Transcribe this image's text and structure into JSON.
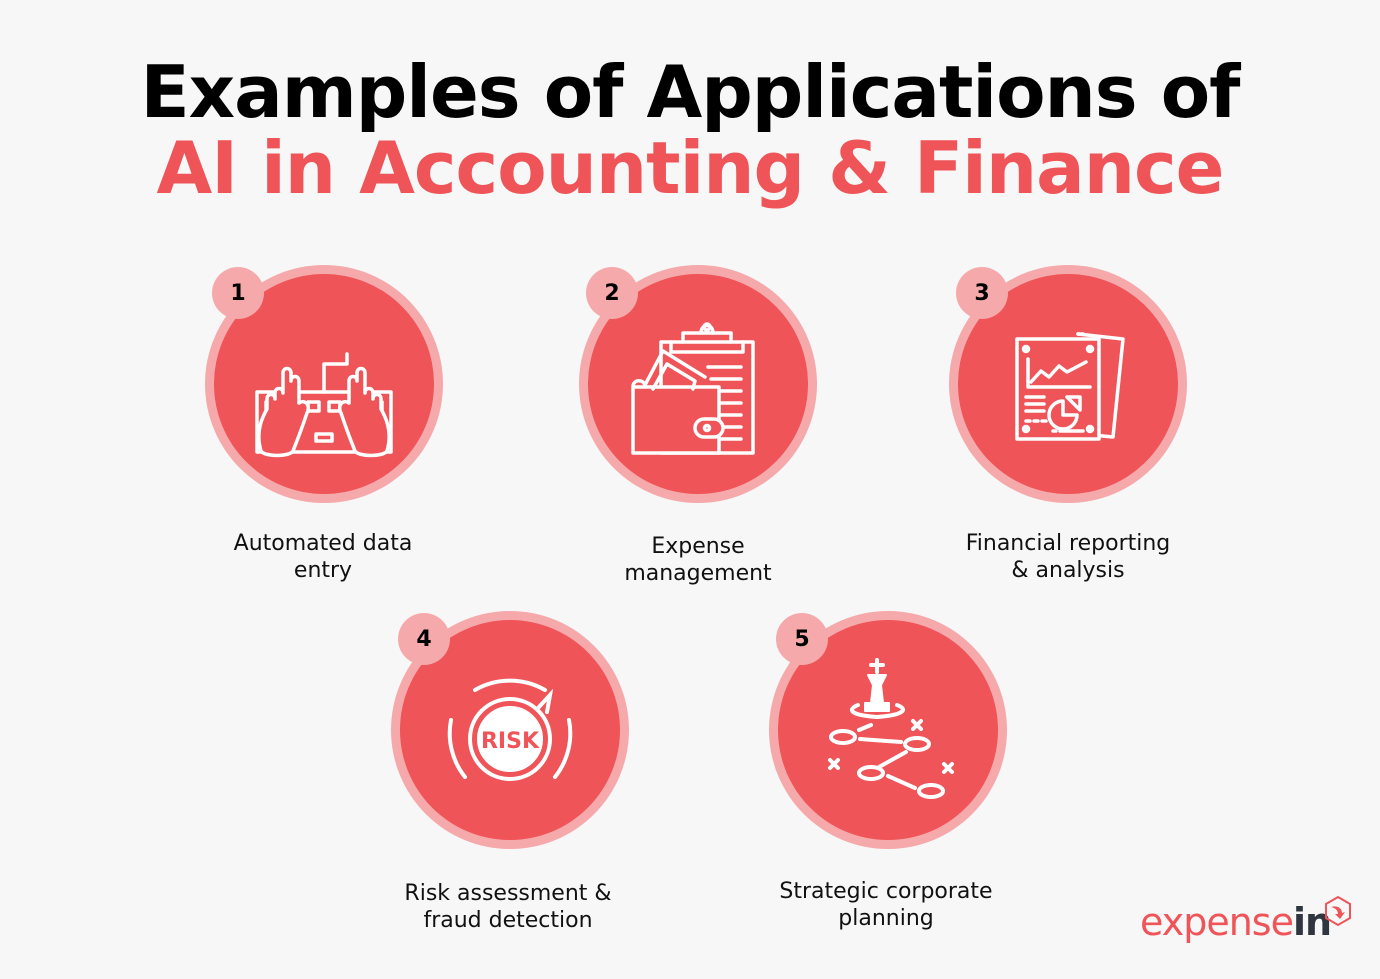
{
  "title": {
    "line1": "Examples of Applications of",
    "line2": "AI in Accounting & Finance",
    "line2_color": "#ef5458"
  },
  "colors": {
    "background": "#f7f7f7",
    "circle_fill": "#ef5458",
    "circle_ring": "#f6a9ab",
    "logo_dark": "#2f3640"
  },
  "items": [
    {
      "number": "1",
      "icon": "keyboard-typing-hands-icon",
      "label_line1": "Automated data",
      "label_line2": "entry"
    },
    {
      "number": "2",
      "icon": "wallet-clipboard-icon",
      "label_line1": "Expense",
      "label_line2": "management"
    },
    {
      "number": "3",
      "icon": "financial-report-chart-icon",
      "label_line1": "Financial reporting",
      "label_line2": "& analysis"
    },
    {
      "number": "4",
      "icon": "risk-gauge-icon",
      "label_line1": "Risk assessment &",
      "label_line2": "fraud detection",
      "icon_text": "RISK"
    },
    {
      "number": "5",
      "icon": "chess-strategy-icon",
      "label_line1": "Strategic corporate",
      "label_line2": "planning"
    }
  ],
  "logo": {
    "part1": "expense",
    "part2": "in",
    "icon": "hexagon-arrow-icon"
  }
}
